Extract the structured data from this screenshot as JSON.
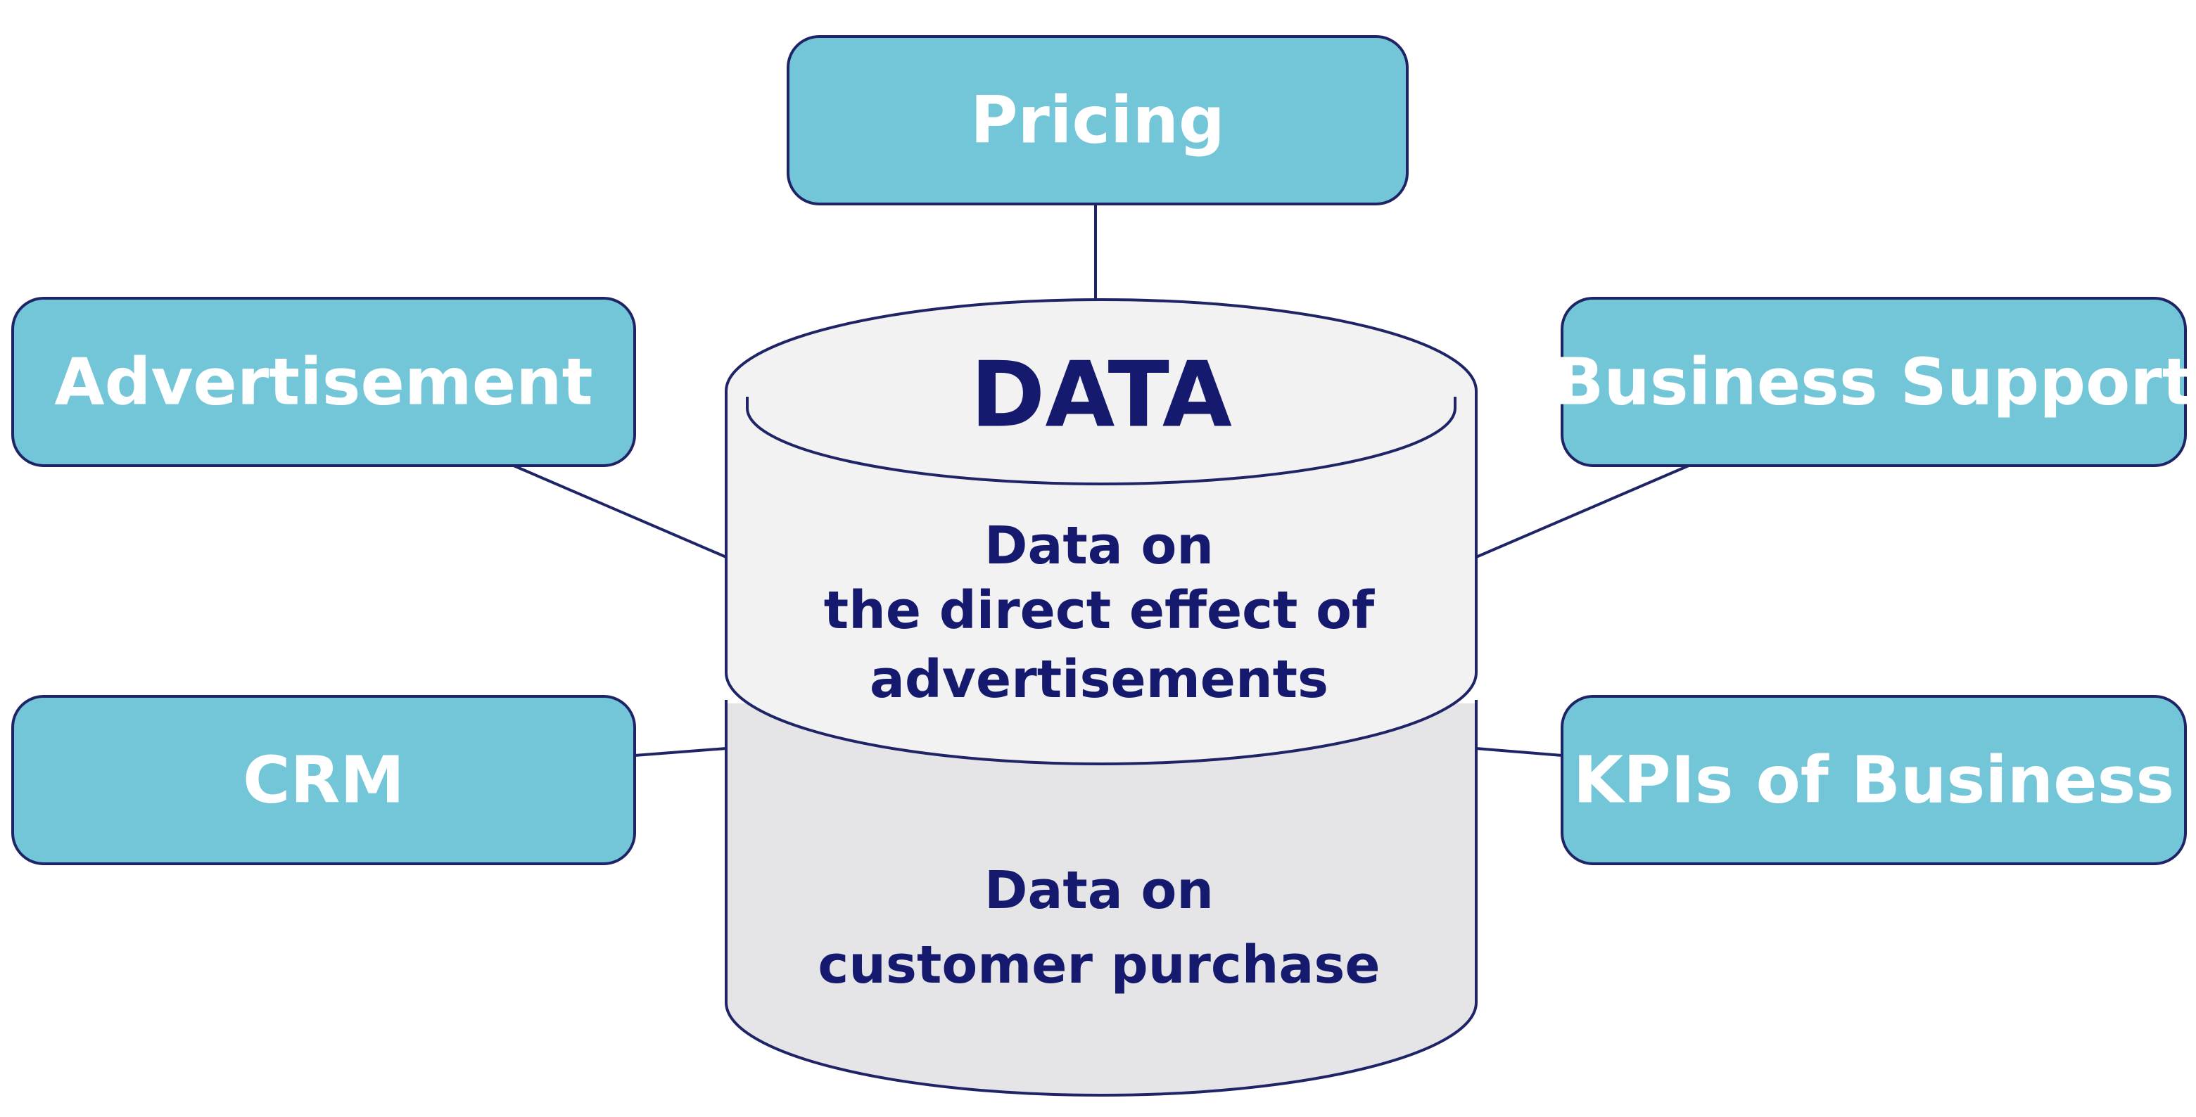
{
  "boxes": {
    "pricing": "Pricing",
    "advertisement": "Advertisement",
    "business_support": "Business Support",
    "crm": "CRM",
    "kpis": "KPIs of Business"
  },
  "cylinder": {
    "title": "DATA",
    "upper": {
      "line1": "Data on",
      "line2": "the direct effect of",
      "line3": "advertisements"
    },
    "lower": {
      "line1": "Data on",
      "line2": "customer purchase"
    }
  },
  "colors": {
    "box_fill": "#72c6d8",
    "outline": "#1f2466",
    "text_dark": "#161a6e",
    "cylinder_upper": "#f2f2f2",
    "cylinder_lower": "#e5e5e7"
  }
}
